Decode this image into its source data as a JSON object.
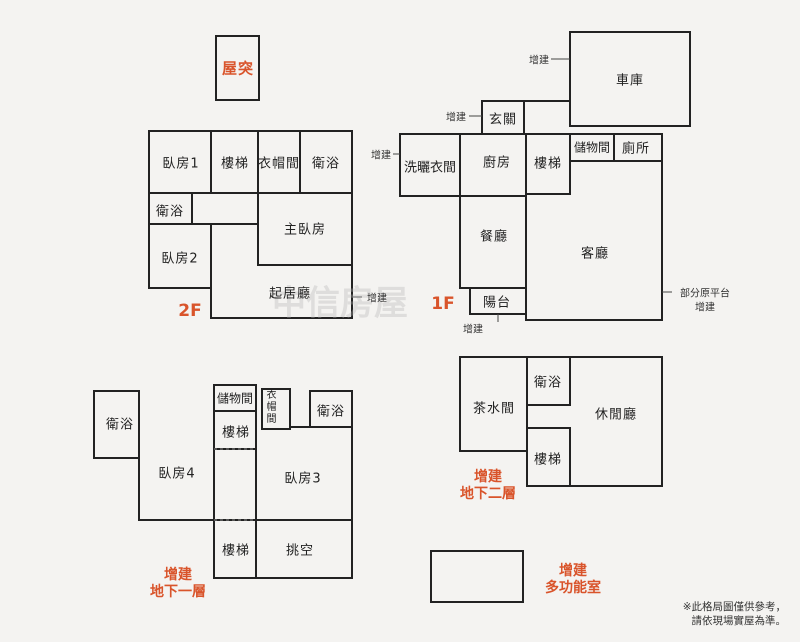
{
  "title_chimney": "屋突",
  "floors": {
    "f2": "2F",
    "f1": "1F",
    "b2": [
      "增建",
      "地下二層"
    ],
    "b1": [
      "增建",
      "地下一層"
    ],
    "multi": [
      "增建",
      "多功能室"
    ]
  },
  "rooms_2f": {
    "bed1": "臥房1",
    "stairs": "樓梯",
    "closet": "衣帽間",
    "bath": "衛浴",
    "bath2": "衛浴",
    "master": "主臥房",
    "bed2": "臥房2",
    "living": "起居廳",
    "addition": "增建"
  },
  "rooms_1f": {
    "garage": "車庫",
    "foyer": "玄關",
    "storage": "儲物間",
    "toilet": "廁所",
    "laundry": "洗曬衣間",
    "kitchen": "廚房",
    "stairs": "樓梯",
    "dining": "餐廳",
    "living": "客廳",
    "balcony": "陽台",
    "add_garage": "增建",
    "add_foyer": "增建",
    "add_laundry": "增建",
    "add_balcony": "增建",
    "platform_note": [
      "部分原平台",
      "增建"
    ]
  },
  "rooms_b2": {
    "tea": "茶水間",
    "bath": "衛浴",
    "lounge": "休閒廳",
    "stairs": "樓梯"
  },
  "rooms_b1": {
    "bath": "衛浴",
    "storage": "儲物間",
    "closet": [
      "衣",
      "帽",
      "間"
    ],
    "bath2": "衛浴",
    "stairs": "樓梯",
    "bed4": "臥房4",
    "bed3": "臥房3",
    "stairs2": "樓梯",
    "void": "挑空"
  },
  "watermark": [
    "中",
    "信房屋"
  ],
  "disclaimer": [
    "※此格局圖僅供參考，",
    "請依現場實屋為準。"
  ]
}
